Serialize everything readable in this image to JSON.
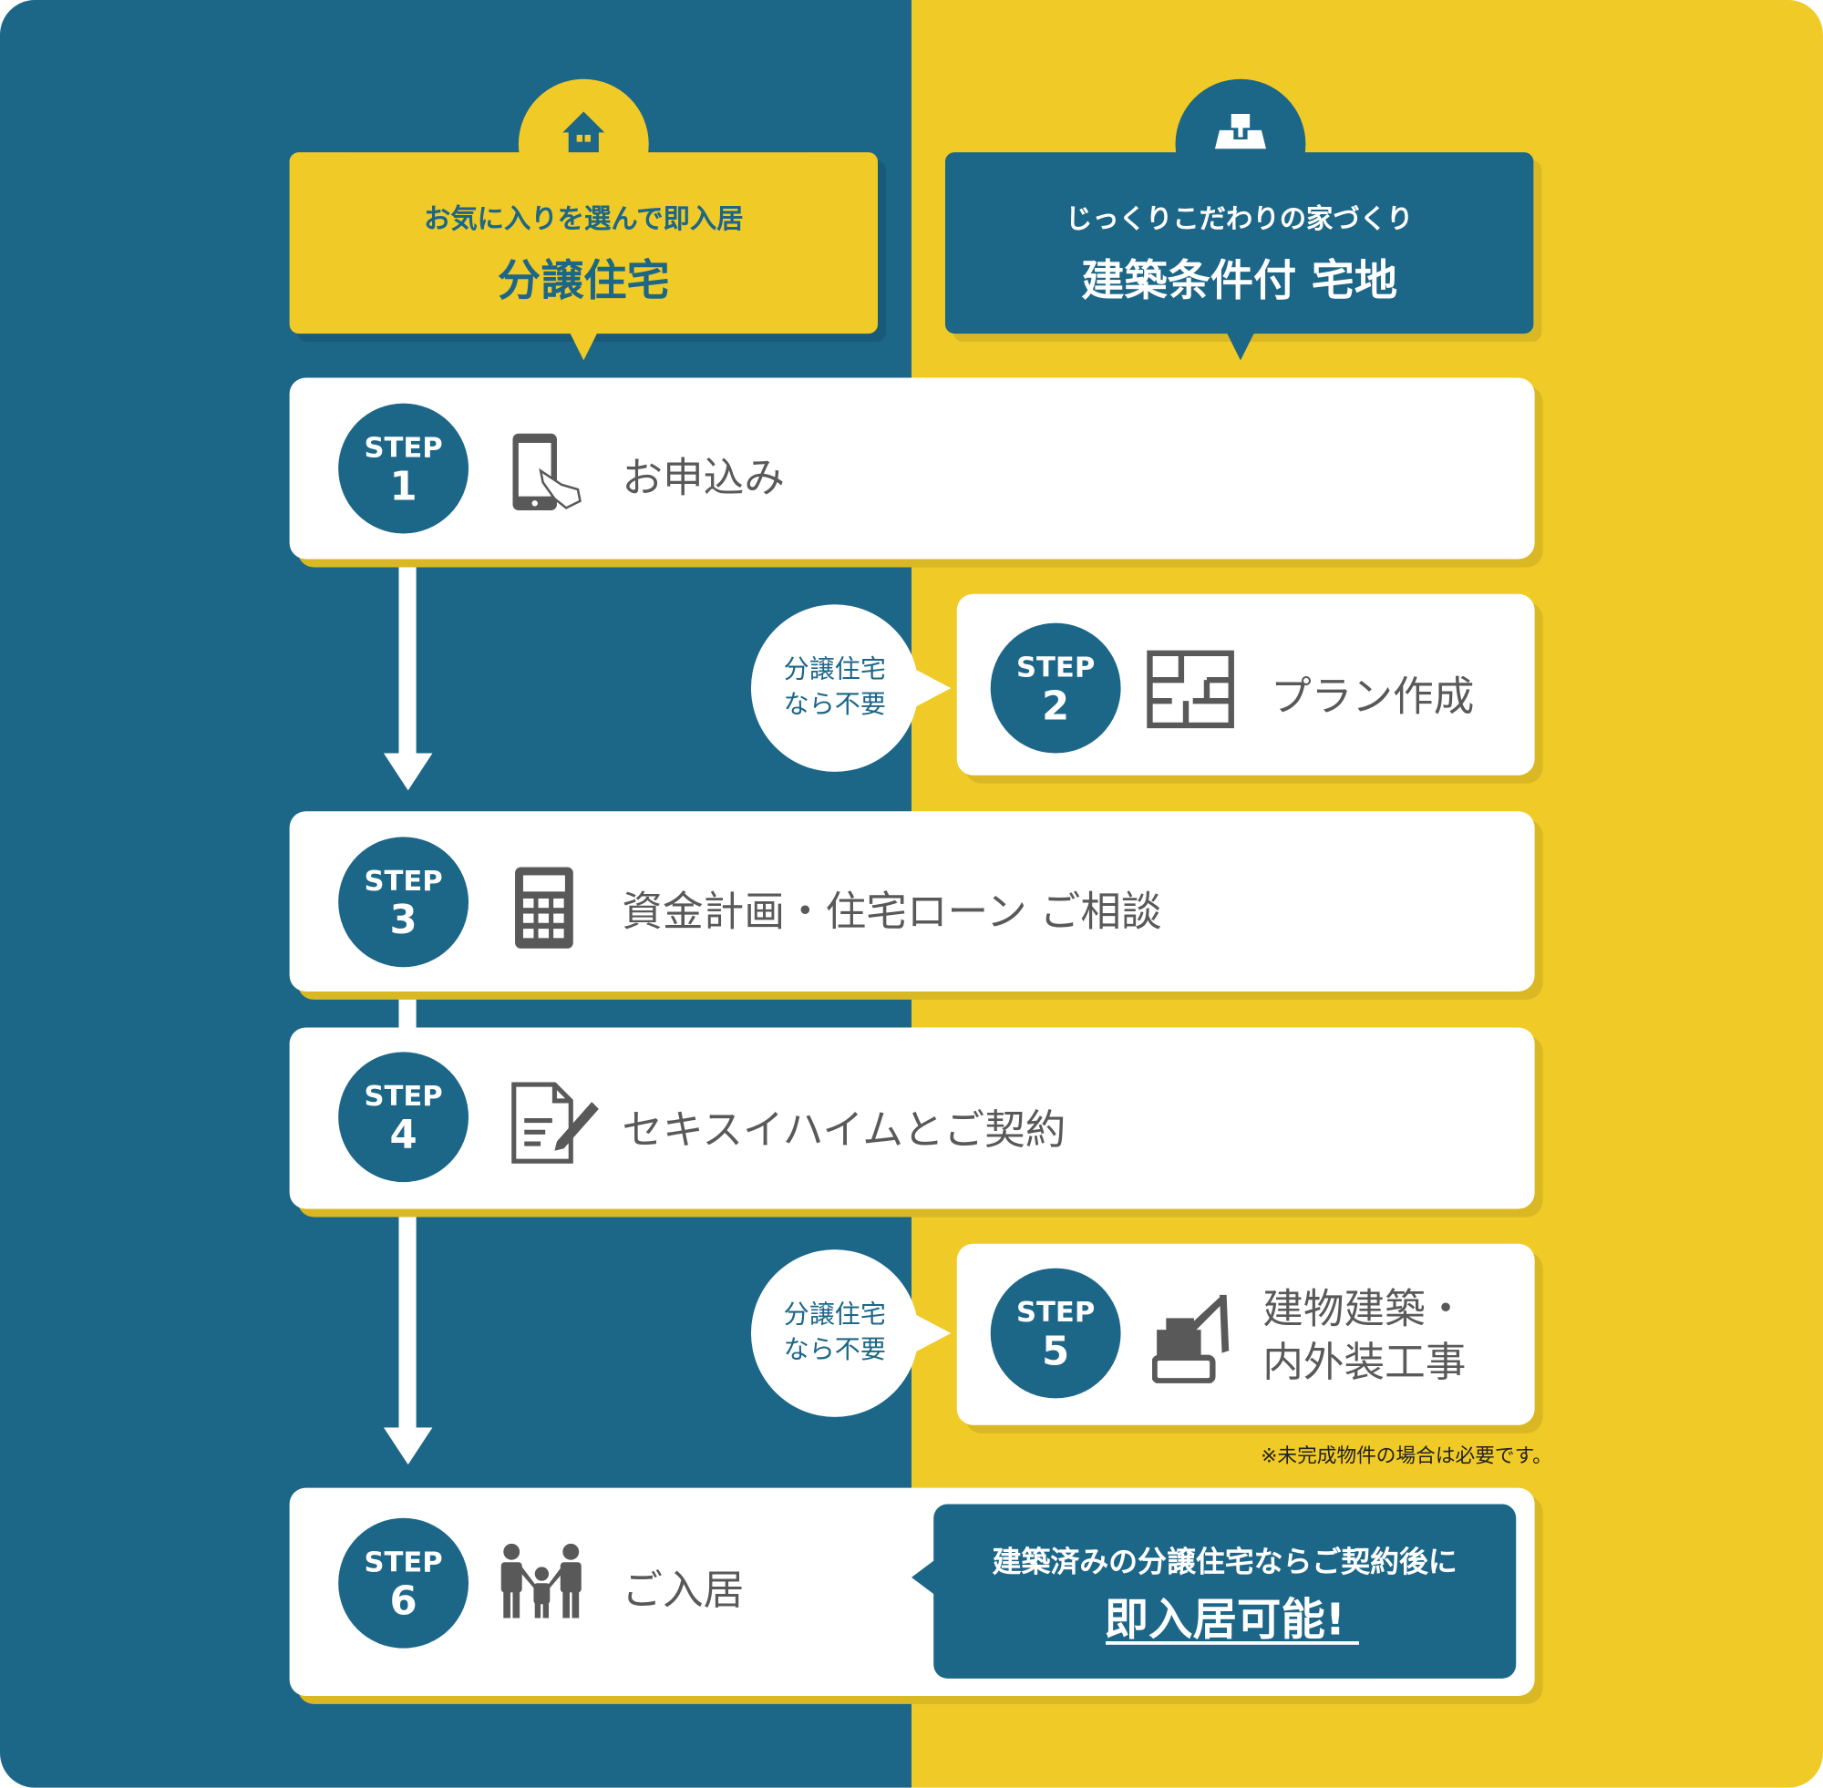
{
  "left_header": {
    "subtitle": "お気に入りを選んで即入居",
    "title": "分譲住宅",
    "icon": "house-icon"
  },
  "right_header": {
    "subtitle": "じっくりこだわりの家づくり",
    "title": "建築条件付 宅地",
    "icon": "land-lot-icon"
  },
  "step_prefix": "STEP",
  "steps": [
    {
      "number": "1",
      "label": "お申込み",
      "icon": "smartphone-tap-icon"
    },
    {
      "number": "2",
      "label": "プラン作成",
      "icon": "floor-plan-icon"
    },
    {
      "number": "3",
      "label": "資金計画・住宅ローン ご相談",
      "icon": "calculator-icon"
    },
    {
      "number": "4",
      "label": "セキスイハイムとご契約",
      "icon": "contract-pen-icon"
    },
    {
      "number": "5",
      "label_line1": "建物建築・",
      "label_line2": "内外装工事",
      "icon": "excavator-icon"
    },
    {
      "number": "6",
      "label": "ご入居",
      "icon": "family-icon"
    }
  ],
  "skip_bubble": {
    "line1": "分譲住宅",
    "line2": "なら不要"
  },
  "note": "※未完成物件の場合は必要です。",
  "callout": {
    "line1": "建築済みの分譲住宅ならご契約後に",
    "line2": "即入居可能!"
  },
  "colors": {
    "blue": "#1c6688",
    "yellow": "#f0ca26",
    "text_gray": "#595959"
  }
}
